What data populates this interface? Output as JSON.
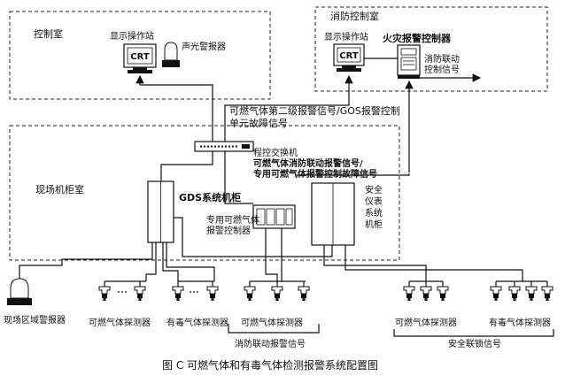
{
  "rooms": {
    "control_room": "控制室",
    "fire_control_room": "消防控制室",
    "field_cabinet_room": "现场机柜室"
  },
  "devices": {
    "display_station_1": "显示操作站",
    "crt_1": "CRT",
    "audible_alarm": "声光警报器",
    "display_station_2": "显示操作站",
    "crt_2": "CRT",
    "fire_alarm_controller": "火灾报警控制器",
    "fire_linkage_signal": [
      "消防联动",
      "控制信号"
    ],
    "switch": "程控交换机",
    "gds_cabinet": "GDS系统机柜",
    "dedicated_controller": [
      "专用可燃气体",
      "报警控制器"
    ],
    "sis_cabinet": [
      "安全",
      "仪表",
      "系统",
      "机柜"
    ],
    "field_alarm": "现场区域警报器"
  },
  "signals": {
    "sig_top": [
      "可燃气体第二级报警信号/GOS报警控制",
      "单元故障信号"
    ],
    "sig_switch": [
      "可燃气体消防联动报警信号/",
      "专用可燃气体报警控制故障信号"
    ]
  },
  "detectors": {
    "combustible_1": "可燃气体探测器",
    "toxic_1": "有毒气体探测器",
    "combustible_2": "可燃气体探测器",
    "fire_linkage": "消防联动报警信号",
    "combustible_3": "可燃气体探测器",
    "toxic_2": "有毒气体探测器",
    "safety_linkage": "安全联锁信号"
  },
  "caption": "图 C   可燃气体和有毒气体检测报警系统配置图"
}
